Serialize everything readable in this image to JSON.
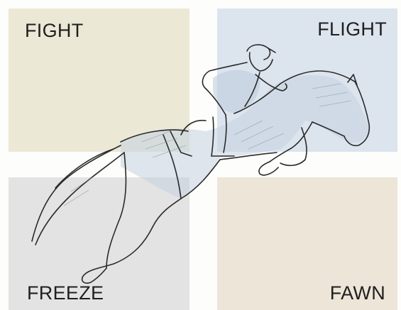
{
  "quadrants": {
    "top_left": {
      "label": "FIGHT",
      "color": "#ece8d6"
    },
    "top_right": {
      "label": "FLIGHT",
      "color": "#dce4ee"
    },
    "bottom_left": {
      "label": "FREEZE",
      "color": "#e3e3e3"
    },
    "bottom_right": {
      "label": "FAWN",
      "color": "#ede5d8"
    }
  },
  "illustration": {
    "subject": "horse-and-rider-jumping",
    "stroke_color": "#2a2a2a",
    "shade_color": "#9fb2c6"
  }
}
